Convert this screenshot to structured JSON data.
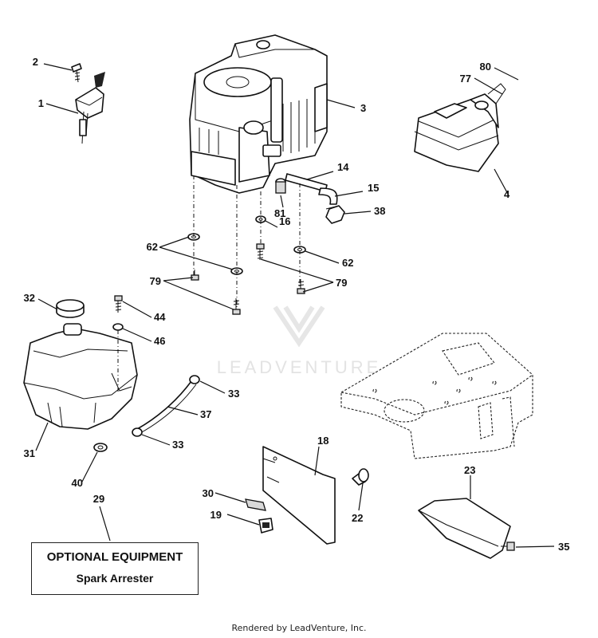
{
  "watermark": "LEADVENTURE",
  "optional_box": {
    "title": "OPTIONAL EQUIPMENT",
    "subtitle": "Spark Arrester"
  },
  "footer": "Rendered by LeadVenture, Inc.",
  "callouts": [
    "1",
    "2",
    "3",
    "4",
    "14",
    "15",
    "16",
    "18",
    "19",
    "22",
    "23",
    "29",
    "30",
    "31",
    "32",
    "33",
    "33",
    "35",
    "37",
    "38",
    "40",
    "44",
    "46",
    "62",
    "62",
    "77",
    "79",
    "79",
    "80",
    "81"
  ]
}
